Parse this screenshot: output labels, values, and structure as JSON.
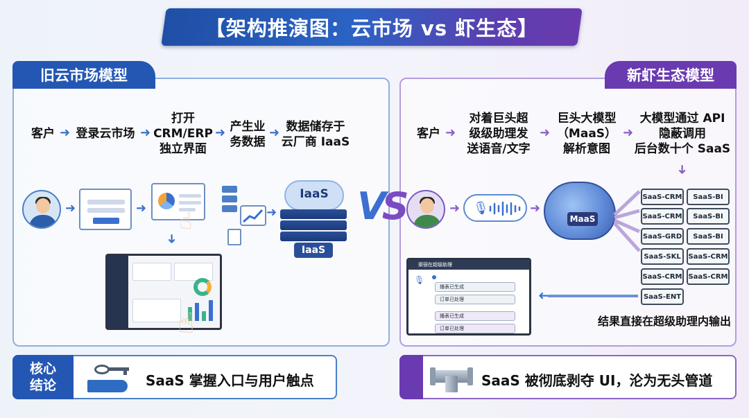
{
  "title": "【架构推演图：云市场 vs 虾生态】",
  "left": {
    "tab": "旧云市场模型",
    "flow": [
      "客户",
      "登录云市场",
      "打开\nCRM/ERP\n独立界面",
      "产生业\n务数据",
      "数据储存于\n云厂商 IaaS"
    ],
    "iaas_top": "IaaS",
    "iaas_bottom": "IaaS"
  },
  "right": {
    "tab": "新虾生态模型",
    "flow": [
      "客户",
      "对着巨头超\n级级助理发\n送语音/文字",
      "巨头大模型\n（MaaS）\n解析意图",
      "大模型通过 API\n隐蔽调用\n后台数十个 SaaS"
    ],
    "maas": "MaaS",
    "saas_col1": [
      "SaaS-CRM",
      "SaaS-CRM",
      "SaaS-GRD",
      "SaaS-SKL",
      "SaaS-CRM",
      "SaaS-ENT"
    ],
    "saas_col2": [
      "SaaS-BI",
      "SaaS-BI",
      "SaaS-BI",
      "SaaS-CRM",
      "SaaS-CRM"
    ],
    "result": "结果直接在超级助理内输出",
    "assistant": {
      "title": "渠宿在超级助理",
      "items": [
        "播表已生成",
        "订单已处理",
        "播表已生成",
        "订单已处理"
      ]
    }
  },
  "vs": {
    "v": "V",
    "s": "S"
  },
  "conclusion": {
    "tag": "核心\n结论",
    "left": "SaaS 掌握入口与用户触点",
    "right": "SaaS 被彻底剥夺 UI，沦为无头管道"
  }
}
